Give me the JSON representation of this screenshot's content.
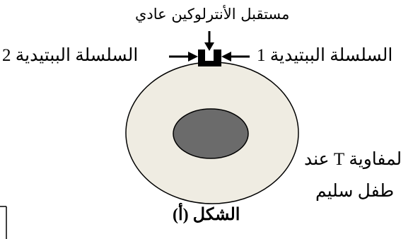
{
  "diagram": {
    "receptor_label": "مستقبل الأنترلوكين عادي",
    "chain_left_label": "السلسلة الببتيدية 2",
    "chain_right_label": "السلسلة الببتيدية 1",
    "cell_label_line1": "لمفاوية T عند",
    "cell_label_line2": "طفل سليم",
    "figure_caption": "الشكل (أ)"
  },
  "colors": {
    "cell_fill": "#efece2",
    "nucleus_fill": "#6b6b6b",
    "outline": "#000000",
    "receptor": "#000000"
  }
}
